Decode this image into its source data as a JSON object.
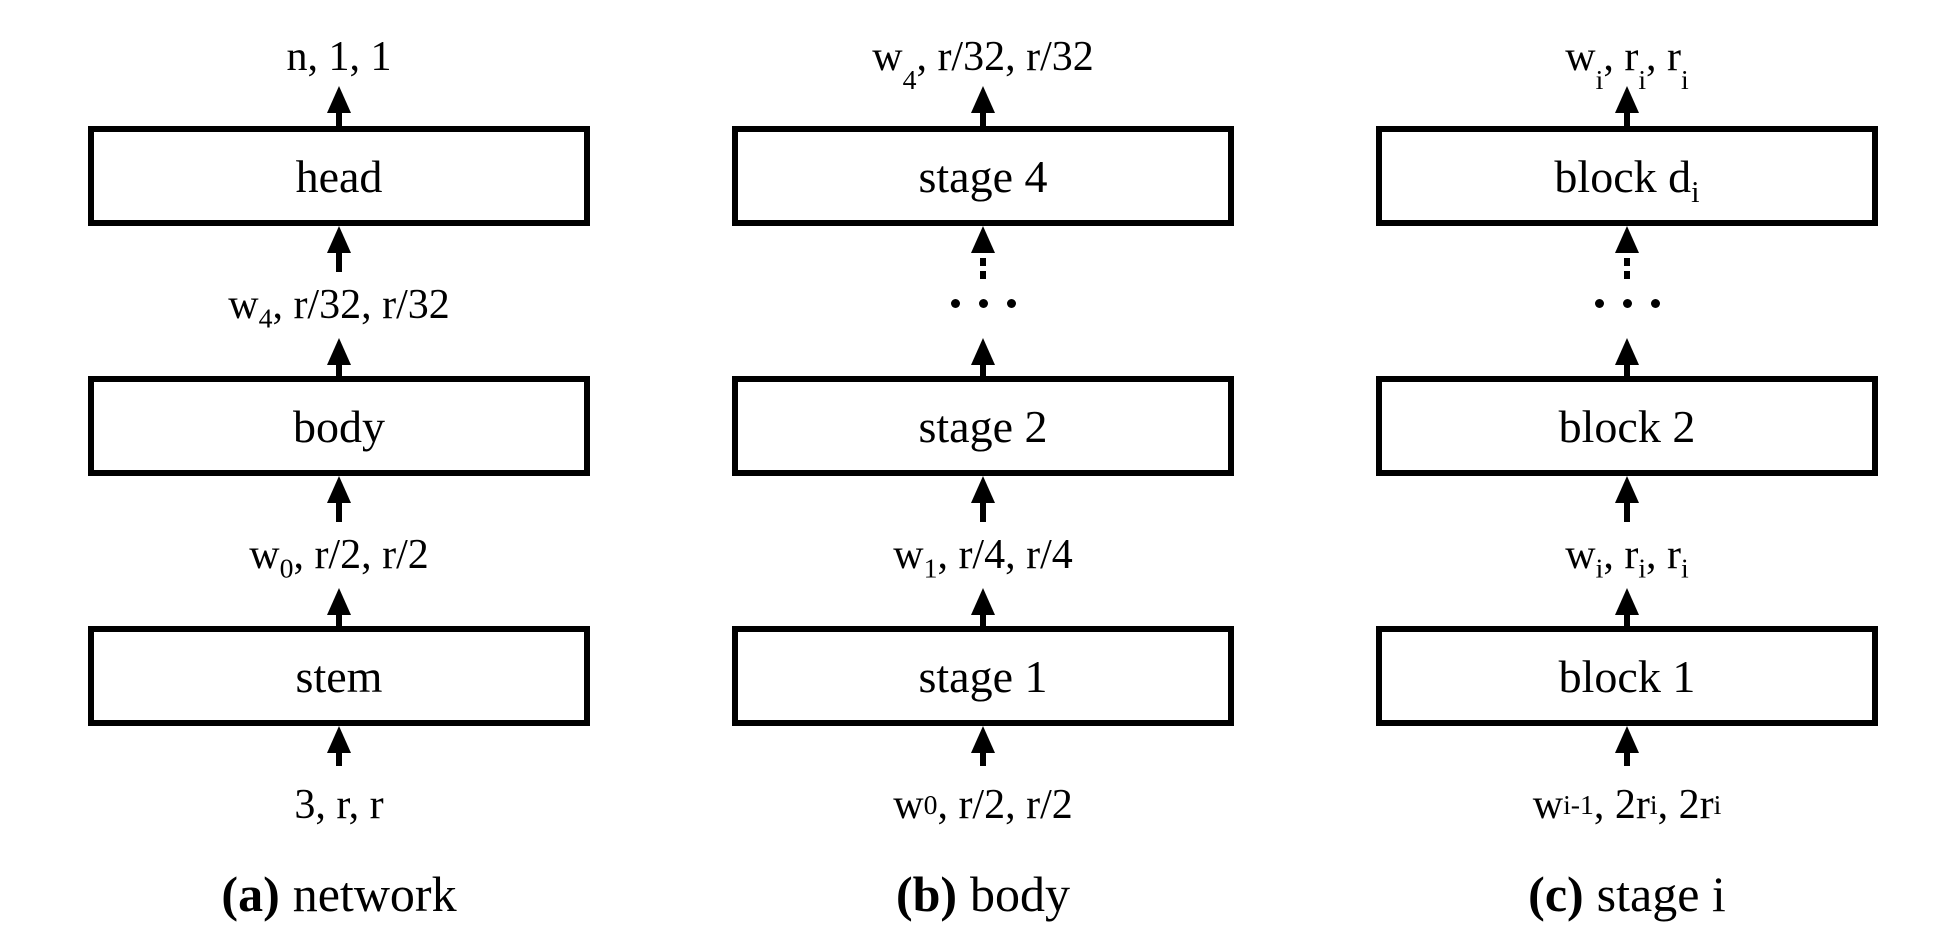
{
  "colors": {
    "ink": "#000000",
    "background": "#ffffff"
  },
  "columns": [
    {
      "caption_tag": "(a)",
      "caption_text": "network",
      "top_label": [
        {
          "t": "n, 1, 1"
        }
      ],
      "box1": [
        {
          "t": "head"
        }
      ],
      "mid1_label": [
        {
          "t": "w"
        },
        {
          "t": "4",
          "sub": true
        },
        {
          "t": ", r/32, r/32"
        }
      ],
      "box2": [
        {
          "t": "body"
        }
      ],
      "mid2_label": [
        {
          "t": "w"
        },
        {
          "t": "0",
          "sub": true
        },
        {
          "t": ", r/2, r/2"
        }
      ],
      "box3": [
        {
          "t": "stem"
        }
      ],
      "bottom_label": [
        {
          "t": "3, r, r"
        }
      ]
    },
    {
      "caption_tag": "(b)",
      "caption_text": "body",
      "top_label": [
        {
          "t": "w"
        },
        {
          "t": "4",
          "sub": true
        },
        {
          "t": ", r/32, r/32"
        }
      ],
      "box1": [
        {
          "t": "stage 4"
        }
      ],
      "box2": [
        {
          "t": "stage 2"
        }
      ],
      "mid2_label": [
        {
          "t": "w"
        },
        {
          "t": "1",
          "sub": true
        },
        {
          "t": ", r/4, r/4"
        }
      ],
      "box3": [
        {
          "t": "stage 1"
        }
      ],
      "bottom_label": [
        {
          "t": "w"
        },
        {
          "t": "0",
          "sub": true
        },
        {
          "t": ", r/2, r/2"
        }
      ]
    },
    {
      "caption_tag": "(c)",
      "caption_text": "stage i",
      "top_label": [
        {
          "t": "w"
        },
        {
          "t": "i",
          "sub": true
        },
        {
          "t": ", r"
        },
        {
          "t": "i",
          "sub": true
        },
        {
          "t": ", r"
        },
        {
          "t": "i",
          "sub": true
        }
      ],
      "box1": [
        {
          "t": "block d"
        },
        {
          "t": "i",
          "sub": true
        }
      ],
      "box2": [
        {
          "t": "block 2"
        }
      ],
      "mid2_label": [
        {
          "t": "w"
        },
        {
          "t": "i",
          "sub": true
        },
        {
          "t": ", r"
        },
        {
          "t": "i",
          "sub": true
        },
        {
          "t": ", r"
        },
        {
          "t": "i",
          "sub": true
        }
      ],
      "box3": [
        {
          "t": "block 1"
        }
      ],
      "bottom_label": [
        {
          "t": "w"
        },
        {
          "t": "i-1",
          "sub": true
        },
        {
          "t": ", 2r"
        },
        {
          "t": "i",
          "sub": true
        },
        {
          "t": ", 2r"
        },
        {
          "t": "i",
          "sub": true
        }
      ]
    }
  ]
}
